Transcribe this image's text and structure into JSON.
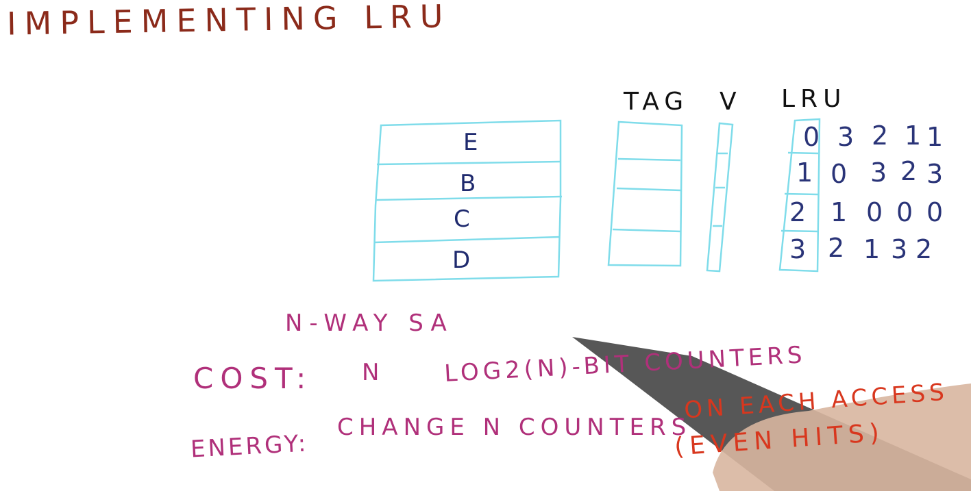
{
  "title": "IMPLEMENTING LRU",
  "headers": {
    "tag": "TAG",
    "valid": "V",
    "lru": "LRU"
  },
  "blocks": [
    "E",
    "B",
    "C",
    "D"
  ],
  "lru_rows": [
    [
      "0",
      "3",
      "2",
      "1",
      "1"
    ],
    [
      "1",
      "0",
      "3",
      "2",
      "3"
    ],
    [
      "2",
      "1",
      "0",
      "0",
      "0"
    ],
    [
      "3",
      "2",
      "1",
      "3",
      "2"
    ]
  ],
  "notes": {
    "n_way": "N-WAY SA",
    "cost_label": "COST:",
    "cost_n": "N",
    "cost_counters": "LOG2(N)-BIT COUNTERS",
    "energy_label": "ENERGY:",
    "energy_text": "CHANGE N COUNTERS",
    "on_each_access": "ON EACH ACCESS",
    "even_hits": "(EVEN HITS)"
  },
  "colors": {
    "box_outline": "#7fdcea",
    "title_ink": "#8b2a1a",
    "header_ink": "#111111",
    "block_ink": "#1f2a6e",
    "pink_ink": "#b0307a",
    "red_ink": "#d8371e"
  }
}
